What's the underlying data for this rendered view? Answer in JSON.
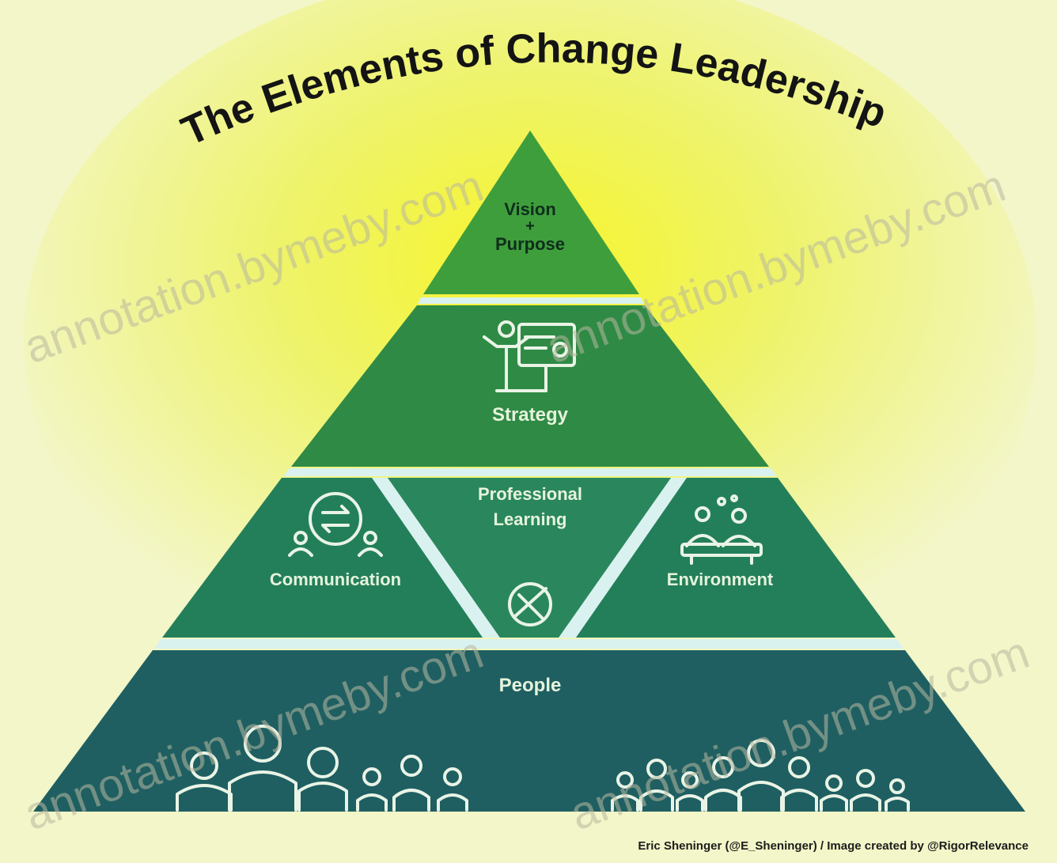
{
  "title": "The Elements of Change Leadership",
  "watermark": "annotation.bymeby.com",
  "credit": "Eric Sheninger (@E_Sheninger) / Image created by @RigorRelevance",
  "tiers": {
    "vision": {
      "line1": "Vision",
      "line2": "+",
      "line3": "Purpose",
      "note": ""
    },
    "strategy": {
      "label": "Strategy",
      "note": ""
    },
    "professional_learning": {
      "line1": "Professional",
      "line2": "Learning",
      "note": ""
    },
    "communication": {
      "label": "Communication",
      "note": ""
    },
    "environment": {
      "label": "Environment",
      "note": ""
    },
    "people": {
      "label": "People",
      "note": ""
    }
  },
  "colors": {
    "background": "#f3f6c8",
    "glow": "#f4f26a",
    "vision": "#3f9e3c",
    "strategy": "#2f8a45",
    "middle": "#237f5a",
    "people": "#1f5f62",
    "separator": "#d9f2f0"
  },
  "icons": [
    "presenter-icon",
    "exchange-icon",
    "group-discussion-icon",
    "pencil-ruler-icon",
    "people-group-icon"
  ]
}
